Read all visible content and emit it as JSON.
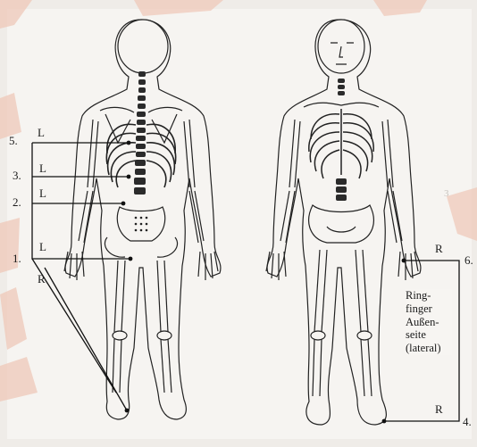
{
  "accent_colors": {
    "paper": "#efece8",
    "watermark": "#e9b9a6",
    "ink": "#1a1a1a"
  },
  "back_figure": {
    "labels": [
      {
        "num": "5.",
        "side": "L"
      },
      {
        "num": "3.",
        "side": "L"
      },
      {
        "num": "2.",
        "side": "L"
      },
      {
        "num": "1.",
        "side": "L"
      }
    ],
    "foot_label": "R"
  },
  "front_figure": {
    "hand_label": {
      "num": "6.",
      "side": "R"
    },
    "foot_label": {
      "num": "4.",
      "side": "R"
    },
    "note_lines": [
      "Ring-",
      "finger",
      "Außen-",
      "seite",
      "(lateral)"
    ]
  },
  "watermark_faint": "3"
}
